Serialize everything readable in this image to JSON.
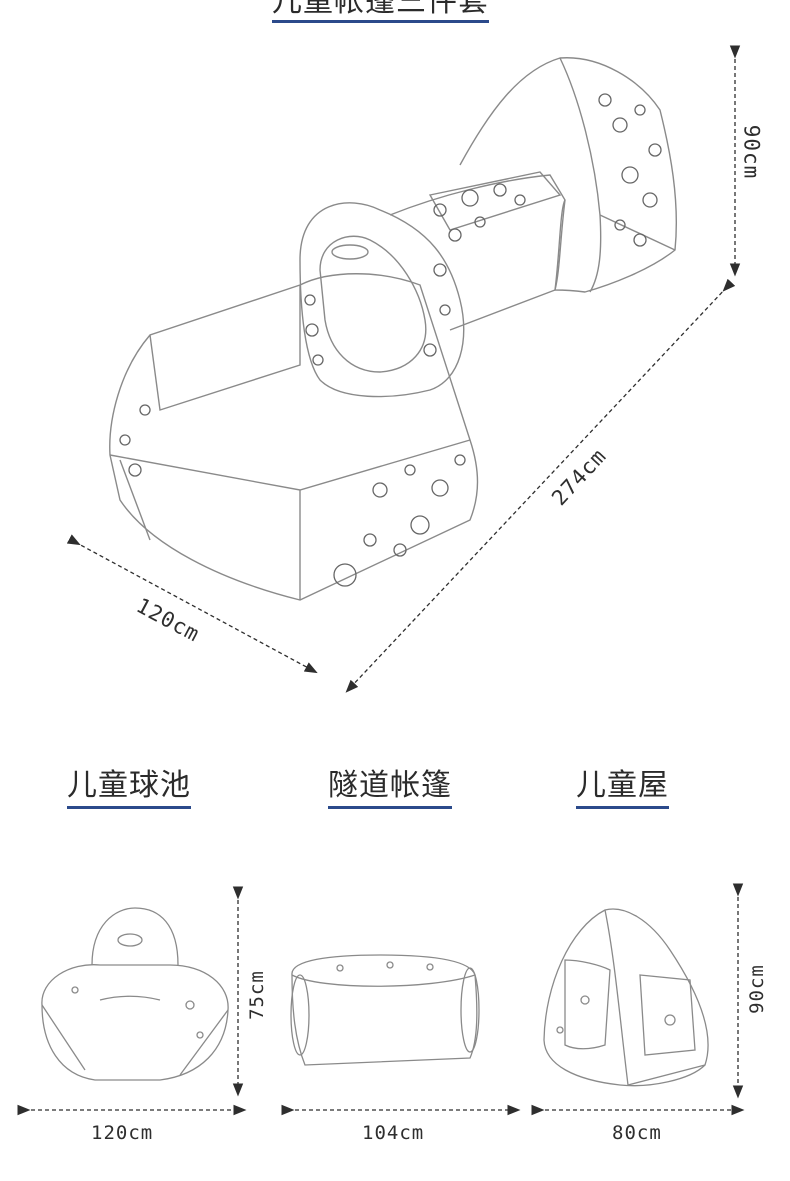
{
  "header": {
    "title_cut": "儿童帐篷三件套"
  },
  "main_product": {
    "dimensions": {
      "height": "90cm",
      "length": "274cm",
      "width": "120cm"
    }
  },
  "components": [
    {
      "title": "儿童球池",
      "width": "120cm",
      "height": "75cm"
    },
    {
      "title": "隧道帐篷",
      "width": "104cm"
    },
    {
      "title": "儿童屋",
      "width": "80cm",
      "height": "90cm"
    }
  ],
  "colors": {
    "accent_underline": "#2b4a8b",
    "line": "#2e2e2e",
    "sketch": "#8a8a8a"
  }
}
